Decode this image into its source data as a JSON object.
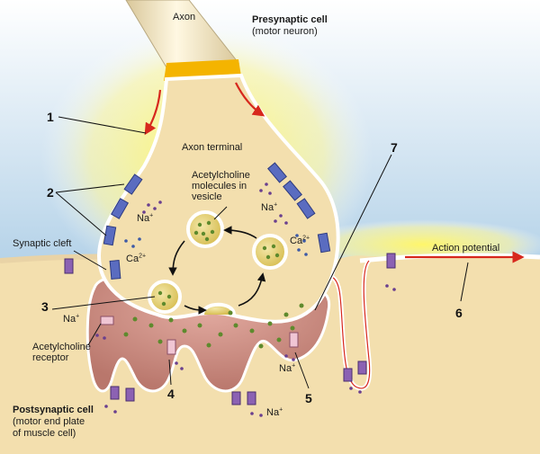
{
  "labels": {
    "axon": "Axon",
    "presynaptic_title": "Presynaptic cell",
    "presynaptic_sub": "(motor neuron)",
    "axon_terminal": "Axon terminal",
    "ach_vesicle": [
      "Acetylcholine",
      "molecules in",
      "vesicle"
    ],
    "synaptic_cleft": "Synaptic cleft",
    "action_potential": "Action potential",
    "ach_receptor": [
      "Acetylcholine",
      "receptor"
    ],
    "postsynaptic_title": "Postsynaptic cell",
    "postsynaptic_sub": [
      "(motor end plate",
      "of muscle cell)"
    ],
    "na": "Na",
    "na_sup": "+",
    "ca": "Ca",
    "ca_sup": "2+"
  },
  "numbers": [
    "1",
    "2",
    "3",
    "4",
    "5",
    "6",
    "7"
  ],
  "colors": {
    "sky_top": "#ffffff",
    "sky_bottom": "#7fb2d8",
    "cytoplasm": "#f3dfae",
    "cleft": "#c98c83",
    "arrow_red": "#d7281d",
    "channel_blue": "#5a6cc0",
    "receptor_purple": "#8c62b3",
    "vesicle_fill": "#e3cd6a",
    "ach_green": "#5e8a2d"
  },
  "icons": [
    "ion-channel-icon",
    "vesicle-icon",
    "acetylcholine-molecule-icon",
    "sodium-ion-icon",
    "calcium-ion-icon",
    "receptor-icon"
  ]
}
